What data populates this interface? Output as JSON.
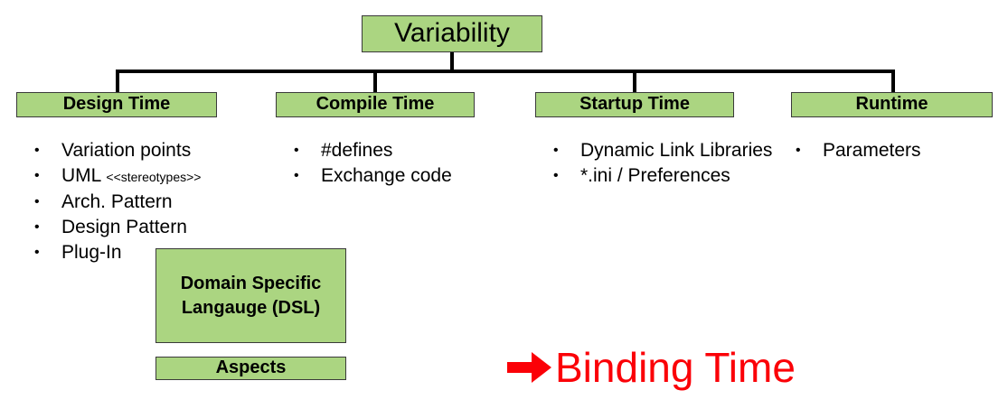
{
  "diagram": {
    "root": {
      "label": "Variability"
    },
    "columns": [
      {
        "title": "Design Time",
        "items": [
          {
            "text": "Variation points"
          },
          {
            "text": "UML ",
            "suffix": "<<stereotypes>>"
          },
          {
            "text": "Arch. Pattern"
          },
          {
            "text": "Design Pattern"
          },
          {
            "text": "Plug-In"
          }
        ]
      },
      {
        "title": "Compile Time",
        "items": [
          {
            "text": "#defines"
          },
          {
            "text": "Exchange code"
          }
        ]
      },
      {
        "title": "Startup Time",
        "items": [
          {
            "text": "Dynamic Link Libraries"
          },
          {
            "text": "*.ini / Preferences"
          }
        ]
      },
      {
        "title": "Runtime",
        "items": [
          {
            "text": "Parameters"
          }
        ]
      }
    ],
    "extra_boxes": [
      {
        "label": "Domain Specific Langauge (DSL)"
      },
      {
        "label": "Aspects"
      }
    ],
    "callout": {
      "arrow_icon": "right-arrow-icon",
      "label": "Binding Time"
    },
    "bullet_glyph": "•",
    "colors": {
      "box_fill": "#abd581",
      "box_border": "#3a3a3a",
      "connector": "#000000",
      "callout_red": "#fb0007",
      "text": "#000000",
      "background": "#ffffff"
    }
  }
}
